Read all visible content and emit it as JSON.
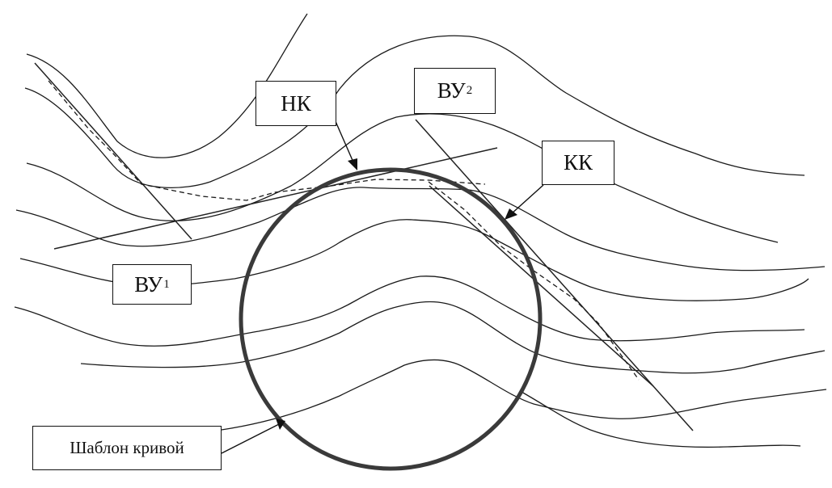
{
  "labels": {
    "nk": "НК",
    "vu2_main": "ВУ",
    "vu2_sub": "2",
    "kk": "КК",
    "vu1_main": "ВУ",
    "vu1_sub": "1",
    "template": "Шаблон кривой"
  },
  "colors": {
    "ink": "#1a1a1a",
    "template_circle": "#3a3a3a",
    "background": "#ffffff"
  }
}
